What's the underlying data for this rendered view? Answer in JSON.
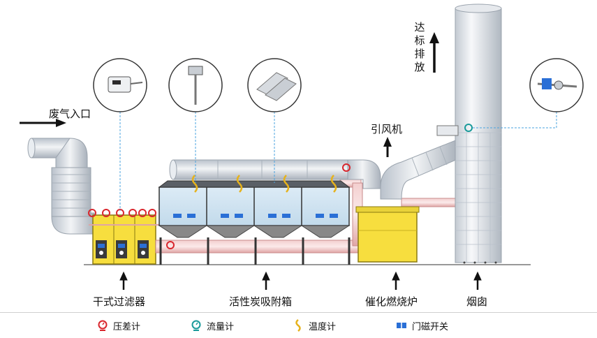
{
  "labels": {
    "inlet": "废气入口",
    "fan": "引风机",
    "exhaust_chars": [
      "达",
      "标",
      "排",
      "放"
    ],
    "dry_filter": "干式过滤器",
    "carbon_box": "活性炭吸附箱",
    "catalytic_burner": "催化燃烧炉",
    "chimney": "烟囱"
  },
  "legend": [
    {
      "icon": "pressure-gauge-icon",
      "label": "压差计",
      "color": "#d9262d"
    },
    {
      "icon": "flow-meter-icon",
      "label": "流量计",
      "color": "#1a9a9a"
    },
    {
      "icon": "thermometer-icon",
      "label": "温度计",
      "color": "#e6b21c"
    },
    {
      "icon": "door-magnetic-switch-icon",
      "label": "门磁开关",
      "color": "#2a6fd6"
    }
  ],
  "colors": {
    "duct": "#d8dde3",
    "pipe_pink": "#e8b4b4",
    "filter_yellow": "#f7de3e",
    "accent_blue": "#4aa3df"
  }
}
